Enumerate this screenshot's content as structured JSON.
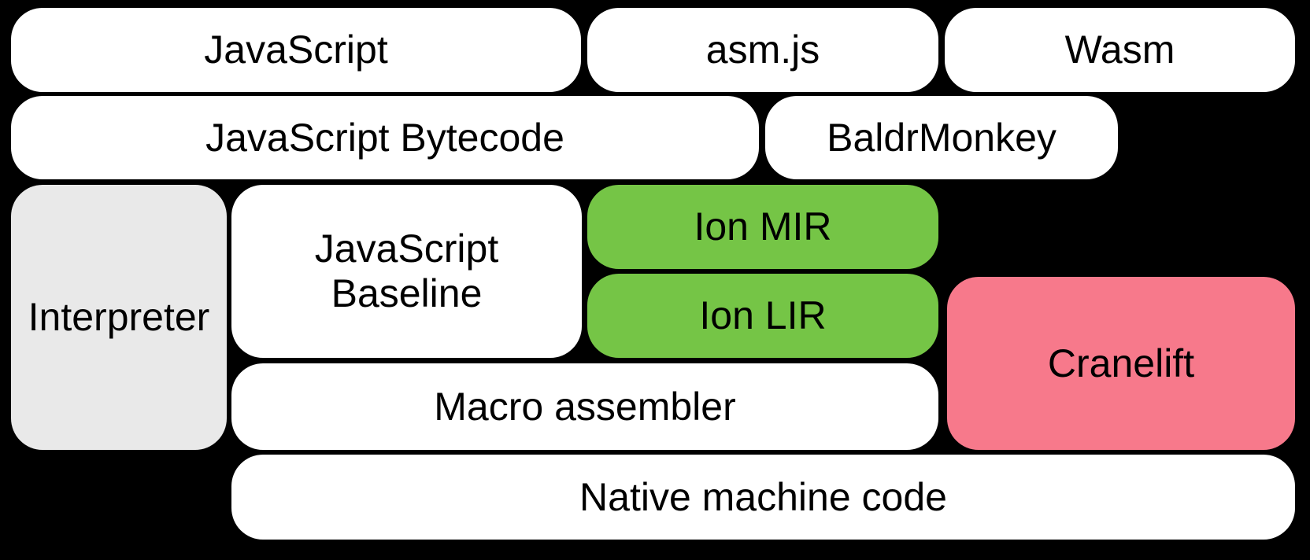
{
  "diagram": {
    "title": "Compiler pipeline block diagram",
    "colors": {
      "background": "#000000",
      "text": "#000000",
      "white": "#FFFFFF",
      "gray": "#E9E9E9",
      "green": "#75C546",
      "pink": "#F7798B"
    },
    "blocks": [
      {
        "id": "javascript",
        "label": "JavaScript",
        "color": "white"
      },
      {
        "id": "asm-js",
        "label": "asm.js",
        "color": "white"
      },
      {
        "id": "wasm",
        "label": "Wasm",
        "color": "white"
      },
      {
        "id": "javascript-bytecode",
        "label": "JavaScript Bytecode",
        "color": "white"
      },
      {
        "id": "baldrmonkey",
        "label": "BaldrMonkey",
        "color": "white"
      },
      {
        "id": "interpreter",
        "label": "Interpreter",
        "color": "gray"
      },
      {
        "id": "javascript-baseline",
        "label": "JavaScript Baseline",
        "color": "white"
      },
      {
        "id": "ion-mir",
        "label": "Ion MIR",
        "color": "green"
      },
      {
        "id": "ion-lir",
        "label": "Ion LIR",
        "color": "green"
      },
      {
        "id": "cranelift",
        "label": "Cranelift",
        "color": "pink"
      },
      {
        "id": "macro-assembler",
        "label": "Macro assembler",
        "color": "white"
      },
      {
        "id": "native-machine-code",
        "label": "Native machine code",
        "color": "white"
      }
    ]
  }
}
